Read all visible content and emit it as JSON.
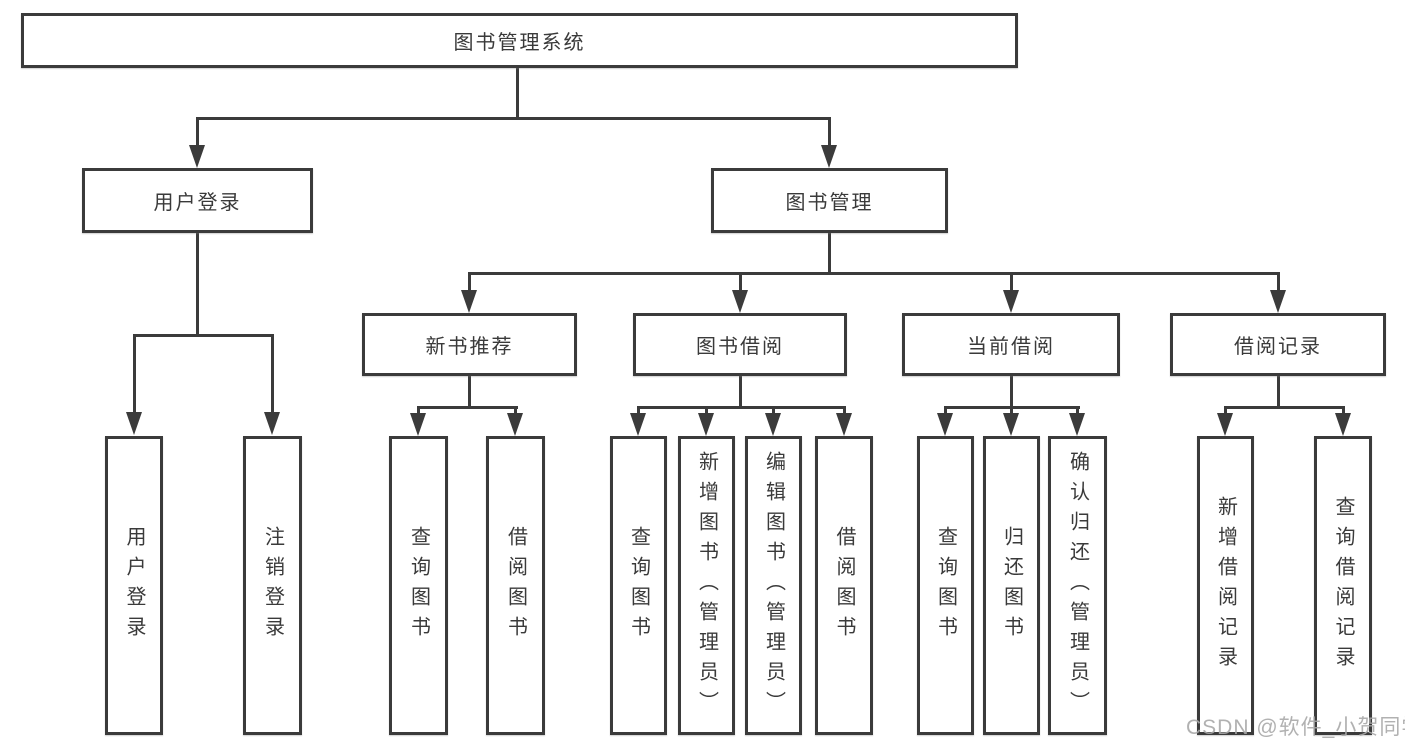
{
  "diagram": {
    "title_node": {
      "label": "图书管理系统"
    },
    "level2": [
      {
        "label": "用户登录"
      },
      {
        "label": "图书管理"
      }
    ],
    "level3": [
      {
        "label": "新书推荐"
      },
      {
        "label": "图书借阅"
      },
      {
        "label": "当前借阅"
      },
      {
        "label": "借阅记录"
      }
    ],
    "leaves": {
      "user_login": [
        "用户登录",
        "注销登录"
      ],
      "new_book": [
        "查询图书",
        "借阅图书"
      ],
      "book_borrow": [
        "查询图书",
        "新增图书（管理员）",
        "编辑图书（管理员）",
        "借阅图书"
      ],
      "current_borrow": [
        "查询图书",
        "归还图书",
        "确认归还（管理员）"
      ],
      "borrow_record": [
        "新增借阅记录",
        "查询借阅记录"
      ]
    }
  },
  "watermark": {
    "text": "CSDN @软件_小贺同学"
  },
  "colors": {
    "line": "#3b3b3b",
    "text": "#3a3a3a",
    "background": "#ffffff",
    "watermark": "#a8a8a8"
  }
}
